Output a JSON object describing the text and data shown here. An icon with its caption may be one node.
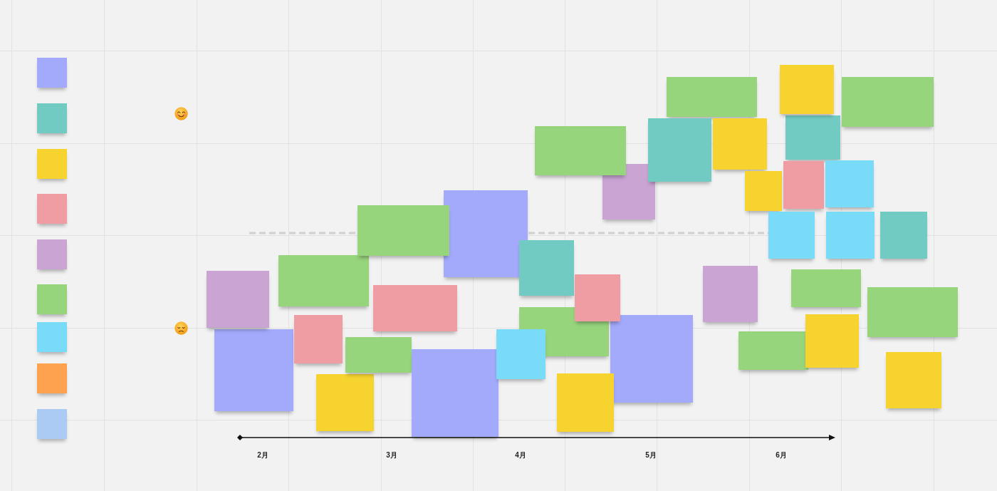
{
  "diagram": {
    "nodes": [
      {
        "text": [],
        "shape": "box"
      },
      {
        "text": [],
        "shape": "box"
      },
      {
        "text": [],
        "shape": "box"
      },
      {
        "text": [],
        "shape": "box"
      },
      {
        "text": [],
        "shape": "box"
      },
      {
        "text": [],
        "shape": "box"
      },
      {
        "text": [],
        "shape": "box"
      },
      {
        "text": [],
        "shape": "box"
      },
      {
        "text": [],
        "shape": "box"
      },
      {
        "text": [],
        "shape": "box"
      },
      {
        "text": [],
        "shape": "box"
      },
      {
        "text": [],
        "shape": "box"
      },
      {
        "text": [],
        "shape": "box"
      },
      {
        "text": [],
        "shape": "box"
      },
      {
        "text": [],
        "shape": "box"
      },
      {
        "text": [],
        "shape": "box"
      },
      {
        "text": [],
        "shape": "box"
      },
      {
        "text": [],
        "shape": "box"
      },
      {
        "text": [],
        "shape": "box"
      },
      {
        "text": [],
        "shape": "box"
      },
      {
        "text": [],
        "shape": "box"
      },
      {
        "text": [],
        "shape": "box"
      },
      {
        "text": [],
        "shape": "box"
      },
      {
        "text": [],
        "shape": "box"
      },
      {
        "text": [],
        "shape": "box"
      },
      {
        "text": [],
        "shape": "box"
      },
      {
        "text": [],
        "shape": "box"
      },
      {
        "text": [],
        "shape": "box"
      },
      {
        "text": [],
        "shape": "box"
      },
      {
        "text": [],
        "shape": "box"
      },
      {
        "text": [],
        "shape": "box"
      },
      {
        "text": [],
        "shape": "box"
      },
      {
        "text": [],
        "shape": "box"
      },
      {
        "text": [],
        "shape": "box"
      },
      {
        "text": [],
        "shape": "box"
      },
      {
        "text": [],
        "shape": "box"
      },
      {
        "text": [],
        "shape": "box"
      },
      {
        "text": [],
        "shape": "box"
      },
      {
        "text": [],
        "shape": "box"
      },
      {
        "text": [],
        "shape": "box"
      },
      {
        "text": [],
        "shape": "box"
      },
      {
        "text": [],
        "shape": "box"
      },
      {
        "text": [],
        "shape": "box"
      },
      {
        "text": [],
        "shape": "box"
      },
      {
        "text": [],
        "shape": "box"
      }
    ],
    "labels": [
      "2月",
      "3月",
      "4月",
      "5月",
      "6月"
    ]
  }
}
